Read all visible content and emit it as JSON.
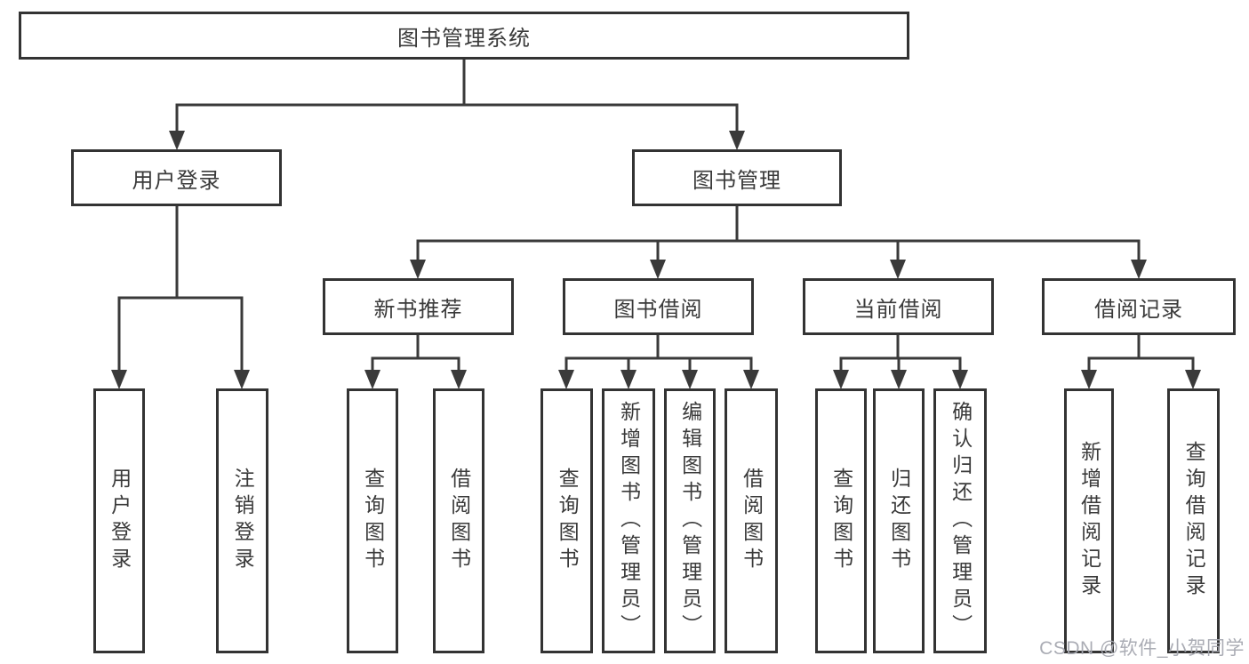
{
  "tree": {
    "root": {
      "label": "图书管理系统",
      "children": [
        {
          "label": "用户登录",
          "children": [
            {
              "label": "用户登录"
            },
            {
              "label": "注销登录"
            }
          ]
        },
        {
          "label": "图书管理",
          "children": [
            {
              "label": "新书推荐",
              "children": [
                {
                  "label": "查询图书"
                },
                {
                  "label": "借阅图书"
                }
              ]
            },
            {
              "label": "图书借阅",
              "children": [
                {
                  "label": "查询图书"
                },
                {
                  "label": "新增图书（管理员）"
                },
                {
                  "label": "编辑图书（管理员）"
                },
                {
                  "label": "借阅图书"
                }
              ]
            },
            {
              "label": "当前借阅",
              "children": [
                {
                  "label": "查询图书"
                },
                {
                  "label": "归还图书"
                },
                {
                  "label": "确认归还（管理员）"
                }
              ]
            },
            {
              "label": "借阅记录",
              "children": [
                {
                  "label": "新增借阅记录"
                },
                {
                  "label": "查询借阅记录"
                }
              ]
            }
          ]
        }
      ]
    }
  },
  "watermark": {
    "text": "CSDN @软件_小贺同学"
  },
  "colors": {
    "line": "#3a3a3a",
    "box_border": "#333333",
    "text": "#3a3a3a",
    "watermark": "#a5a8b0",
    "background": "#ffffff"
  }
}
